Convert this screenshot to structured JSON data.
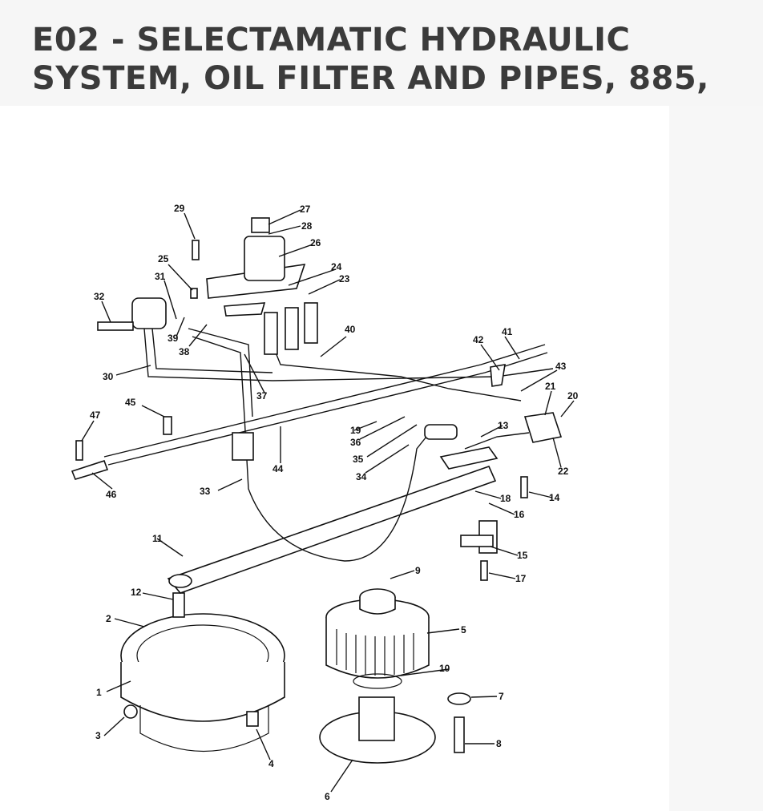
{
  "header": {
    "title": "E02 - SELECTAMATIC HYDRAULIC\nSYSTEM, OIL FILTER AND PIPES, 885,"
  },
  "diagram": {
    "callouts": [
      "1",
      "2",
      "3",
      "4",
      "5",
      "6",
      "7",
      "8",
      "9",
      "10",
      "11",
      "12",
      "13",
      "14",
      "15",
      "16",
      "17",
      "18",
      "19",
      "20",
      "21",
      "22",
      "23",
      "24",
      "25",
      "26",
      "27",
      "28",
      "29",
      "30",
      "31",
      "32",
      "33",
      "34",
      "35",
      "36",
      "37",
      "38",
      "39",
      "40",
      "41",
      "42",
      "43",
      "44",
      "45",
      "46",
      "47"
    ]
  }
}
